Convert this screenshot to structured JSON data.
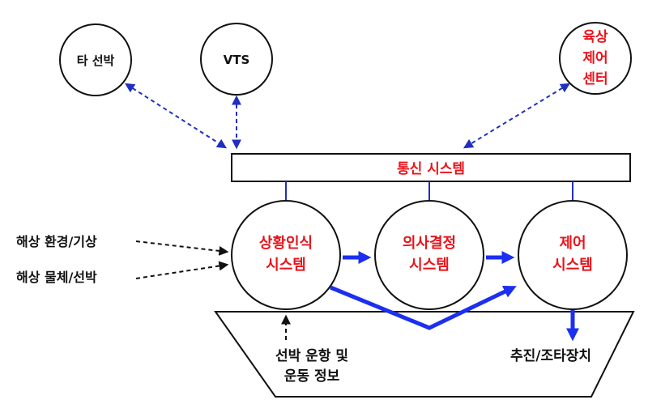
{
  "nodes": {
    "other_ship": "타 선박",
    "vts": "VTS",
    "onshore_center": [
      "육상",
      "제어",
      "센터"
    ],
    "comm_system": "통신 시스템",
    "situation_awareness": [
      "상황인식",
      "시스템"
    ],
    "decision_making": [
      "의사결정",
      "시스템"
    ],
    "control": [
      "제어",
      "시스템"
    ]
  },
  "inputs": {
    "marine_environment": "해상 환경/기상",
    "marine_objects": "해상 물체/선박"
  },
  "ship": {
    "navigation_info": [
      "선박 운항 및",
      "운동 정보"
    ],
    "actuators": "추진/조타장치"
  },
  "colors": {
    "highlight_text": "#e8141c",
    "dashed_link": "#1f2fbf",
    "flow_arrow": "#1c2ff0",
    "line": "#111111"
  }
}
